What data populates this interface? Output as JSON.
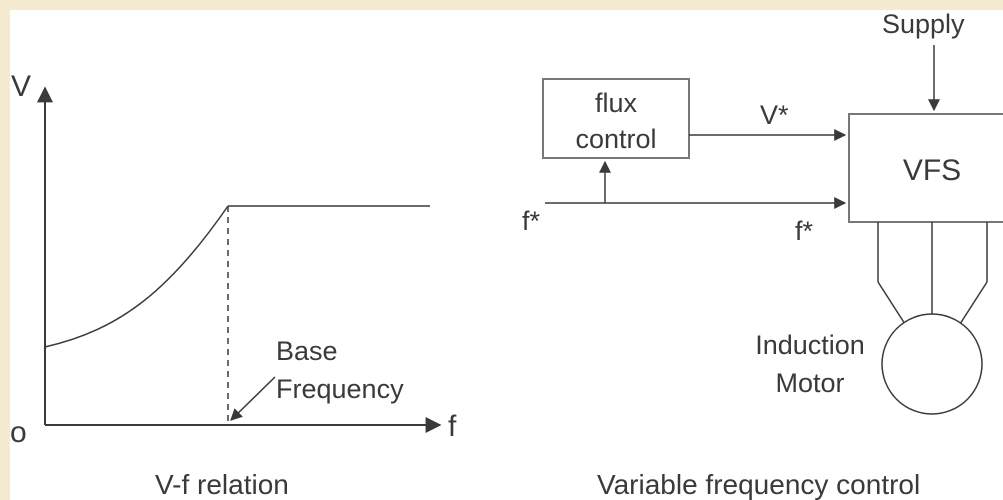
{
  "left_graph": {
    "y_axis_label": "V",
    "x_axis_label": "f",
    "origin_label": "o",
    "annotation_line1": "Base",
    "annotation_line2": "Frequency",
    "caption": "V-f relation"
  },
  "right_diagram": {
    "supply_label": "Supply",
    "flux_block_line1": "flux",
    "flux_block_line2": "control",
    "v_star_label": "V*",
    "vfs_label": "VFS",
    "f_star_input_label": "f*",
    "f_star_vfs_label": "f*",
    "motor_line1": "Induction",
    "motor_line2": "Motor",
    "caption": "Variable frequency control"
  },
  "colors": {
    "page_border": "#f3ead0",
    "background": "#ffffff",
    "ink": "#3a3a3a"
  }
}
